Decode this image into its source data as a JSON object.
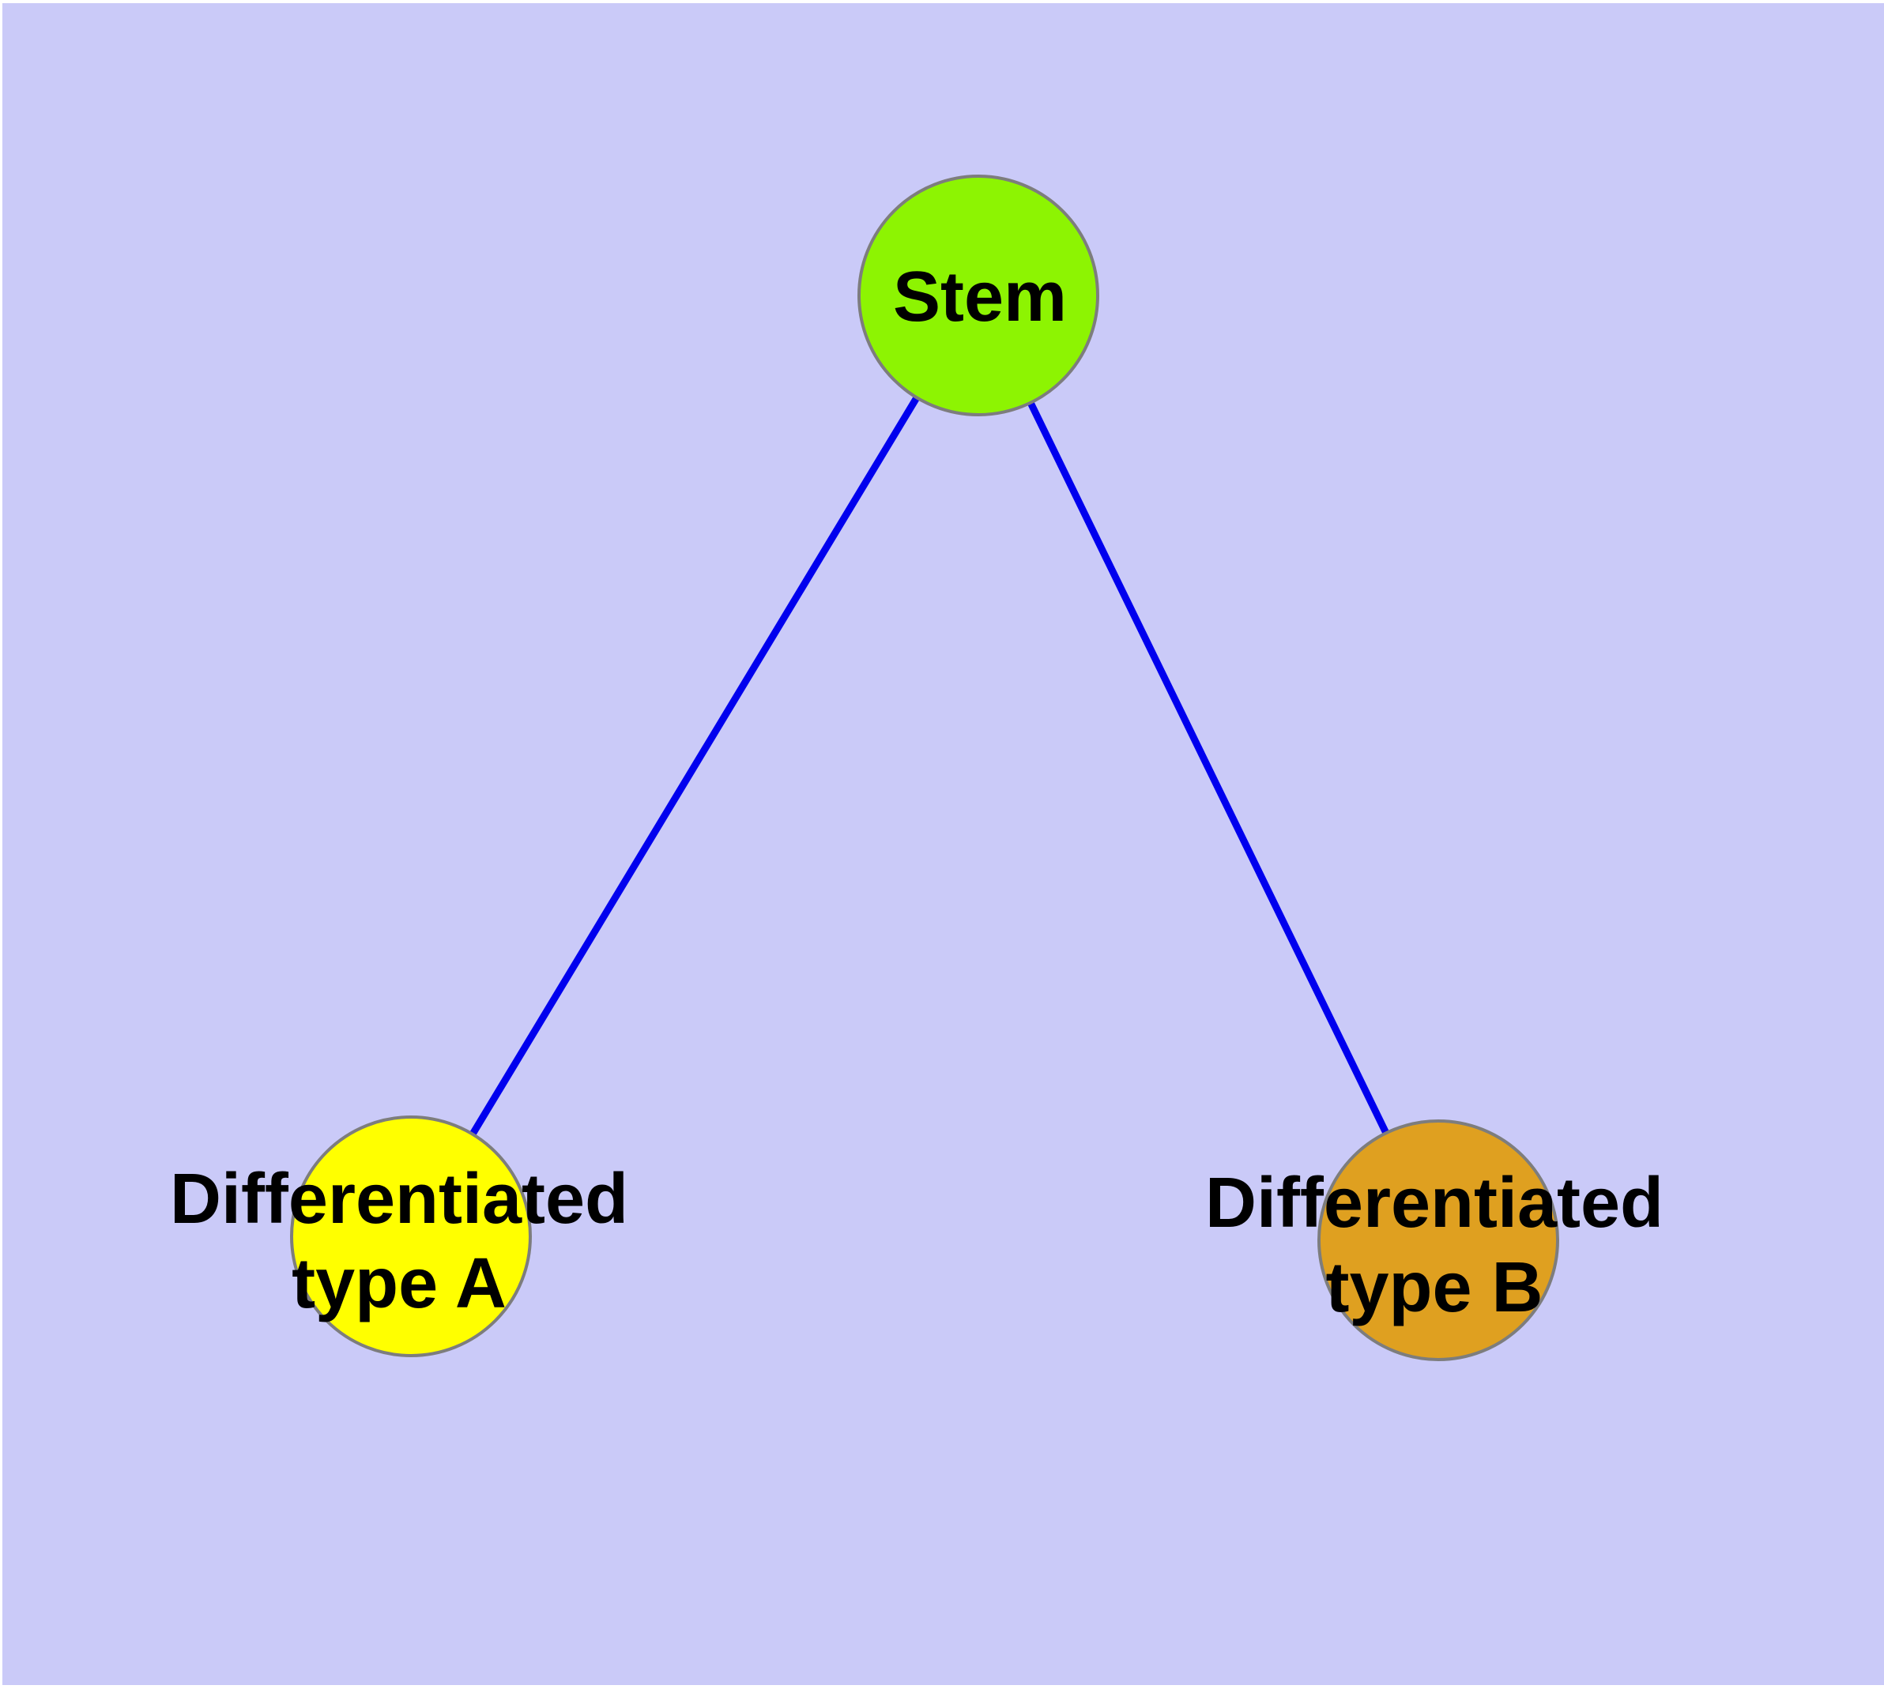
{
  "diagram": {
    "background_color": "#CACAF8",
    "margin_color": "#FFFFFF",
    "edge_color": "#0000EE",
    "node_border_color": "#7D7D7D",
    "label_color": "#000000",
    "nodes": [
      {
        "id": "stem",
        "label_lines": [
          "Stem"
        ],
        "fill": "#8DF402"
      },
      {
        "id": "differentiated-type-a",
        "label_lines": [
          "Differentiated",
          "type A"
        ],
        "fill": "#FFFF00"
      },
      {
        "id": "differentiated-type-b",
        "label_lines": [
          "Differentiated",
          "type B"
        ],
        "fill": "#DFA020"
      }
    ],
    "edges": [
      {
        "from": "stem",
        "to": "differentiated-type-a"
      },
      {
        "from": "stem",
        "to": "differentiated-type-b"
      }
    ]
  }
}
